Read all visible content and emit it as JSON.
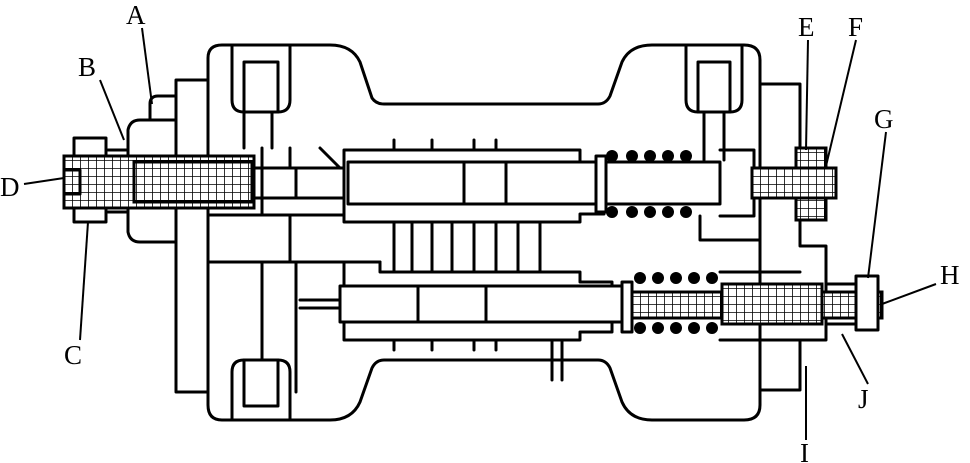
{
  "labels": {
    "A": "A",
    "B": "B",
    "C": "C",
    "D": "D",
    "E": "E",
    "F": "F",
    "G": "G",
    "H": "H",
    "I": "I",
    "J": "J"
  },
  "colors": {
    "line": "#000000",
    "background": "#ffffff"
  }
}
